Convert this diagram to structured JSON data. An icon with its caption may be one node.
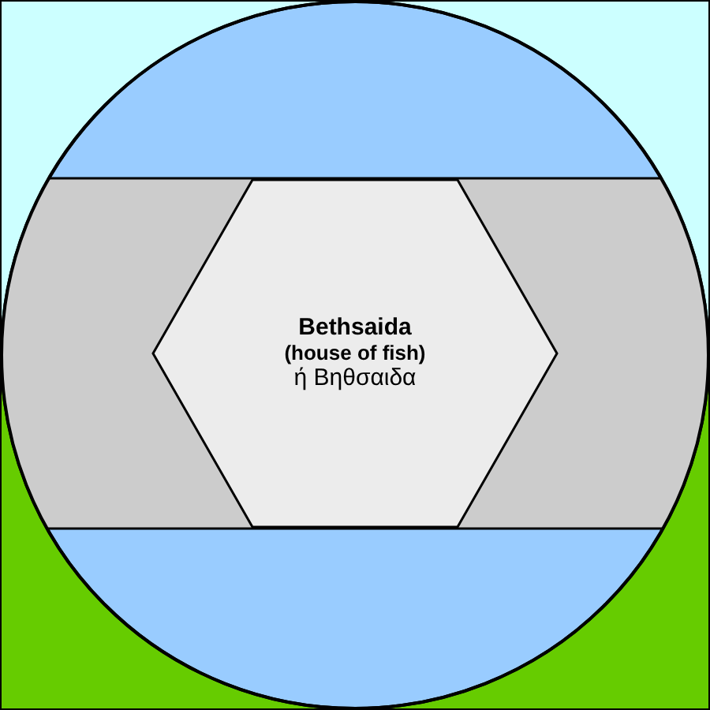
{
  "diagram": {
    "nodes": [
      {
        "text": [
          "Bethsaida",
          "(house of fish)",
          "ή Βηθσαιδα"
        ]
      }
    ]
  }
}
